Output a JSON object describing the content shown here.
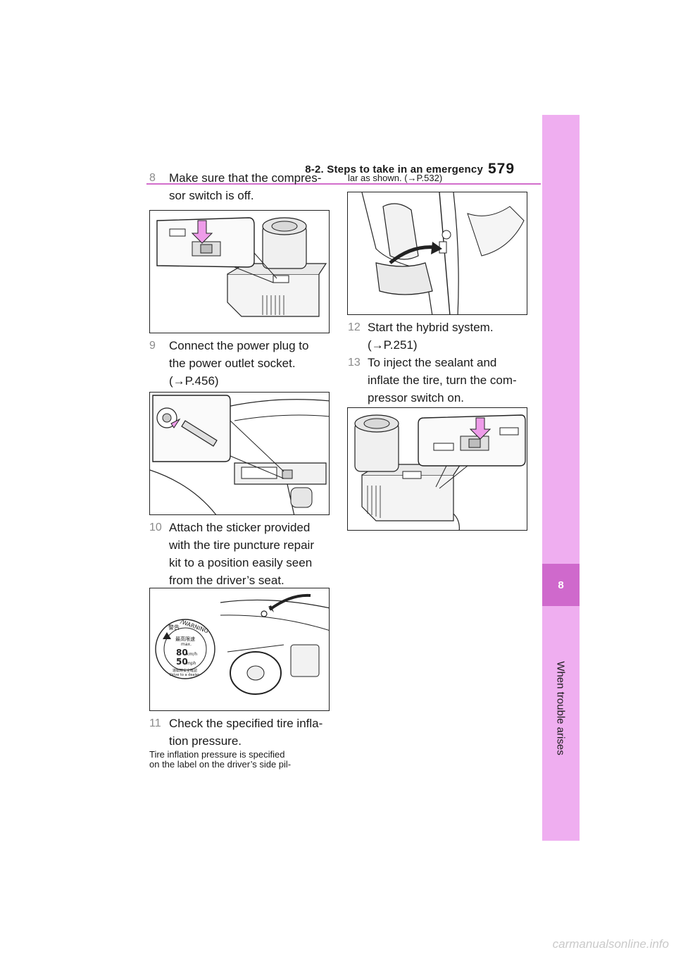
{
  "header": {
    "section_title": "8-2. Steps to take in an emergency",
    "page_number": "579"
  },
  "side_tab": {
    "chapter_number": "8",
    "chapter_title": "When trouble arises"
  },
  "steps": [
    {
      "num": "8",
      "lines": [
        "Make sure that the compres-",
        "sor switch is off."
      ]
    },
    {
      "num": "9",
      "lines": [
        "Connect the power plug to",
        "the power outlet socket.",
        "(→P.456)"
      ]
    },
    {
      "num": "10",
      "lines": [
        "Attach the sticker provided",
        "with the tire puncture repair",
        "kit to a position easily seen",
        "from the driver’s seat."
      ]
    },
    {
      "num": "11",
      "lines": [
        "Check the specified tire infla-",
        "tion pressure."
      ]
    },
    {
      "num": "12",
      "lines": [
        "Start the hybrid system.",
        "(→P.251)"
      ]
    },
    {
      "num": "13",
      "lines": [
        "To inject the sealant and",
        "inflate the tire, turn the com-",
        "pressor switch on."
      ]
    }
  ],
  "notes": {
    "inflation_note_lines": [
      "Tire inflation pressure is specified",
      "on the label on the driver’s side pil-"
    ],
    "inflation_note_cont": "lar as shown. (→P.532)"
  },
  "sticker": {
    "warning_jp": "警告",
    "warning_en": "/WARNING",
    "limit_jp": "最高限速",
    "max": "max.",
    "kmh_value": "80",
    "kmh_unit": "km/h",
    "mph_value": "50",
    "mph_unit": "mph",
    "footer_jp": "運転時安全確認",
    "footer_en": "Drive to a dealer"
  },
  "watermark": "carmanualsonline.info"
}
